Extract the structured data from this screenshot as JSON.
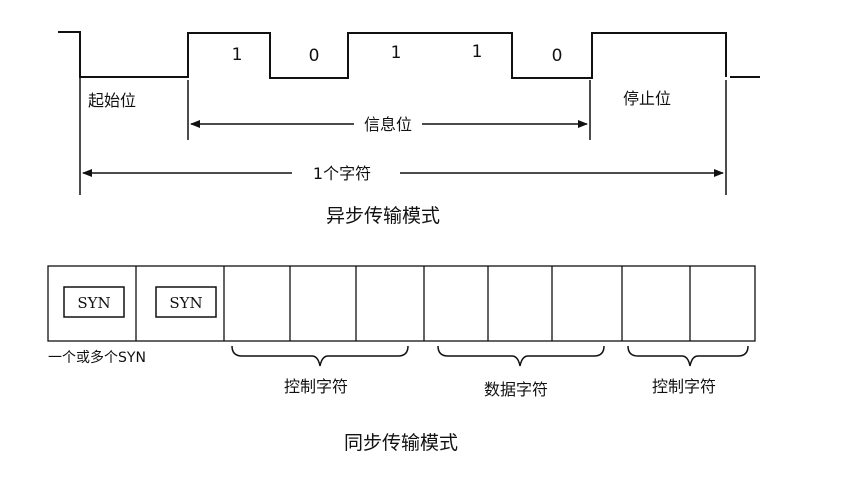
{
  "async": {
    "bits": [
      "1",
      "0",
      "1",
      "1",
      "0"
    ],
    "start_label": "起始位",
    "info_label": "信息位",
    "stop_label": "停止位",
    "char_label": "1个字符",
    "caption": "异步传输模式"
  },
  "sync": {
    "syn_boxes": [
      "SYN",
      "SYN"
    ],
    "syn_group_label": "一个或多个SYN",
    "control_label_1": "控制字符",
    "data_label": "数据字符",
    "control_label_2": "控制字符",
    "caption": "同步传输模式"
  }
}
